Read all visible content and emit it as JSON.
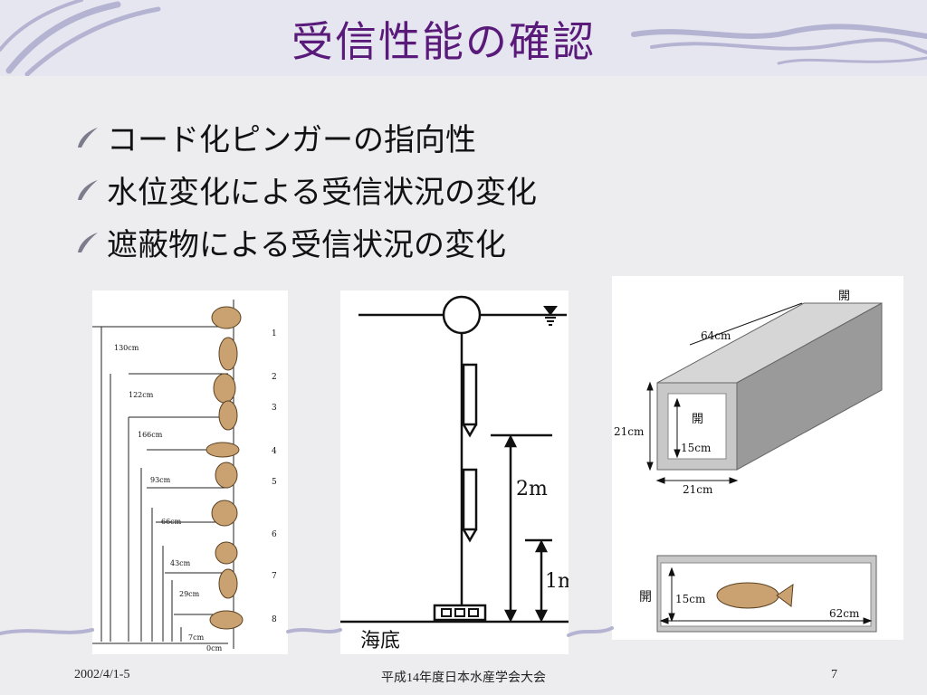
{
  "slide": {
    "title": "受信性能の確認",
    "bullets": [
      {
        "text": "コード化ピンガーの指向性"
      },
      {
        "text": "水位変化による受信状況の変化"
      },
      {
        "text": "遮蔽物による受信状況の変化"
      }
    ]
  },
  "figure1": {
    "distances": [
      "130cm",
      "122cm",
      "166cm",
      "93cm",
      "66cm",
      "43cm",
      "29cm",
      "7cm",
      "0cm"
    ],
    "positions": [
      "1",
      "2",
      "3",
      "4",
      "5",
      "6",
      "7",
      "8"
    ]
  },
  "figure2": {
    "depth_top": "2m",
    "depth_bottom": "1m",
    "seabed": "海底"
  },
  "figure3": {
    "open_top": "開",
    "length": "64cm",
    "height": "21cm",
    "width": "21cm",
    "open_front": "開",
    "inner": "15cm"
  },
  "figure4": {
    "open": "開",
    "height": "15cm",
    "length": "62cm"
  },
  "footer": {
    "date": "2002/4/1-5",
    "event": "平成14年度日本水産学会大会",
    "page": "7"
  }
}
